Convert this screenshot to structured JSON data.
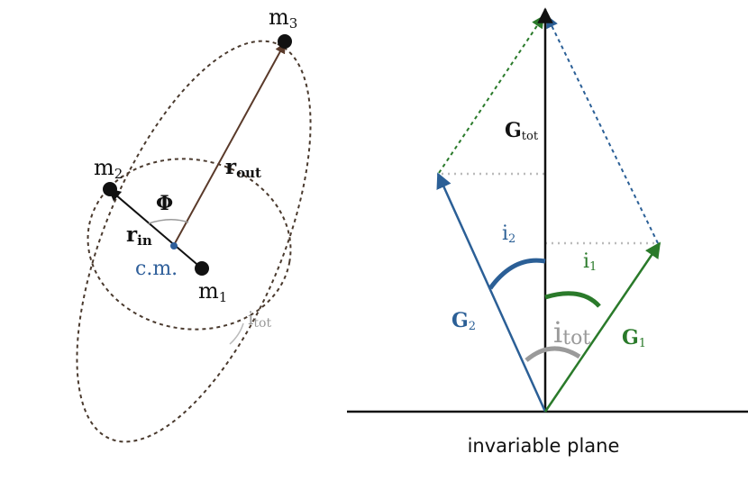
{
  "left_panel": {
    "bodies": {
      "m1": {
        "main": "m",
        "sub": "1"
      },
      "m2": {
        "main": "m",
        "sub": "2"
      },
      "m3": {
        "main": "m",
        "sub": "3"
      }
    },
    "cm_label": "c.m.",
    "r_in": {
      "main": "r",
      "sub": "in"
    },
    "r_out": {
      "main": "r",
      "sub": "out"
    },
    "phi": "Φ",
    "i_tot": {
      "main": "i",
      "sub": "tot"
    }
  },
  "right_panel": {
    "g_tot": {
      "main": "G",
      "sub": "tot"
    },
    "g1": {
      "main": "G",
      "sub": "1"
    },
    "g2": {
      "main": "G",
      "sub": "2"
    },
    "i1": {
      "main": "i",
      "sub": "1"
    },
    "i2": {
      "main": "i",
      "sub": "2"
    },
    "i_tot": {
      "main": "i",
      "sub": "tot"
    },
    "plane_label": "invariable plane"
  },
  "colors": {
    "dark": "#111111",
    "orbit": "#4a3a2e",
    "r_out_line": "#5a3a2a",
    "cm_dot": "#2f5f9a",
    "blue": "#2b5f96",
    "green": "#2a7a2a",
    "gray": "#9a9a9a",
    "dotted": "#bbbbbb"
  }
}
